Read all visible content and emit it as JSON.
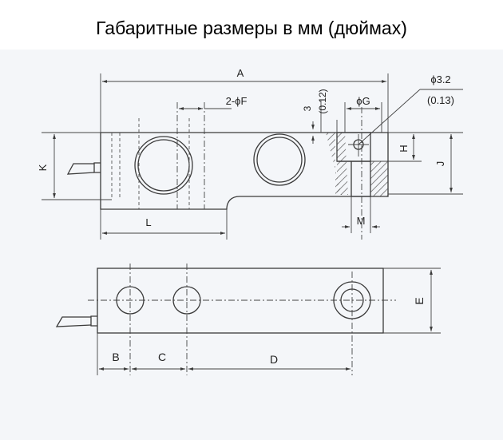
{
  "title": "Габаритные размеры в мм (дюймах)",
  "labels": {
    "A": "A",
    "F": "2-ϕF",
    "G": "ϕG",
    "dia": "ϕ3.2",
    "dia_in": "(0.13)",
    "three": "3",
    "three_in": "(0.12)",
    "H": "H",
    "J": "J",
    "K": "K",
    "L": "L",
    "M": "M",
    "E": "E",
    "B": "B",
    "C": "C",
    "D": "D"
  },
  "colors": {
    "line": "#3a3a3a",
    "background": "#f4f6f9",
    "hatch": "#555555"
  }
}
